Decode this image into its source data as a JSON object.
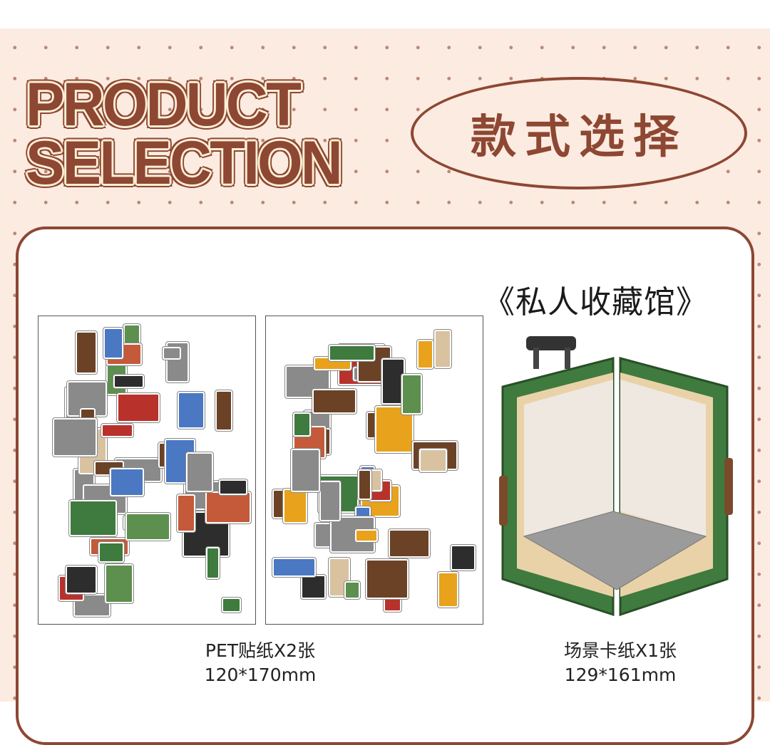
{
  "header": {
    "title_line1": "PRODUCT",
    "title_line2": "SELECTION",
    "badge": "款式选择"
  },
  "product": {
    "collection_name": "《私人收藏馆》",
    "items": [
      {
        "name": "PET贴纸X2张",
        "size": "120*170mm"
      },
      {
        "name": "场景卡纸X1张",
        "size": "129*161mm"
      }
    ]
  },
  "colors": {
    "brand_brown": "#8d4733",
    "background": "#fcebe1",
    "suitcase_green": "#3f7a3e"
  }
}
